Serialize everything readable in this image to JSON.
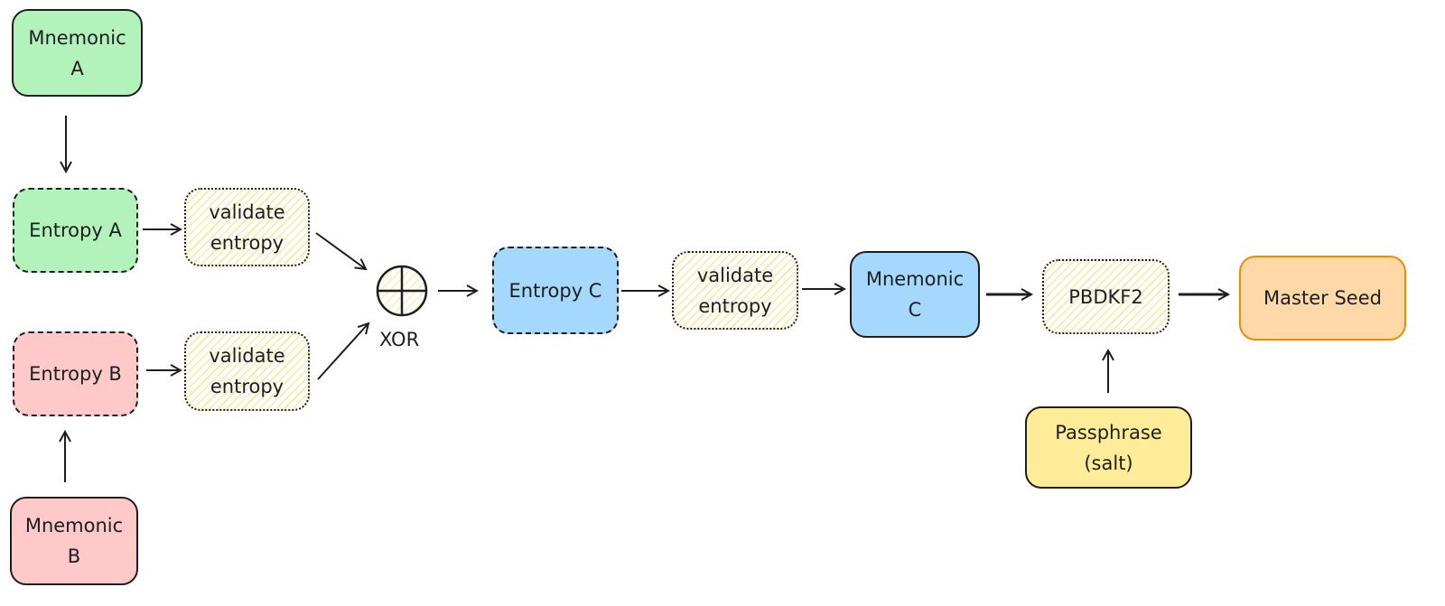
{
  "nodes": {
    "mnemonic_a": "Mnemonic\nA",
    "entropy_a": "Entropy A",
    "validate_a": "validate\nentropy",
    "entropy_b": "Entropy B",
    "validate_b": "validate\nentropy",
    "mnemonic_b": "Mnemonic\nB",
    "xor": "XOR",
    "entropy_c": "Entropy C",
    "validate_c": "validate\nentropy",
    "mnemonic_c": "Mnemonic\nC",
    "pbdkf2": "PBDKF2",
    "master_seed": "Master Seed",
    "passphrase": "Passphrase\n(salt)"
  },
  "colors": {
    "green": "#b2f2bb",
    "pink": "#ffc9c9",
    "blue": "#a5d8ff",
    "yellow": "#ffec99",
    "orange_fill": "#ffd8a8",
    "orange_stroke": "#f08c00",
    "stroke": "#1e1e1e"
  }
}
